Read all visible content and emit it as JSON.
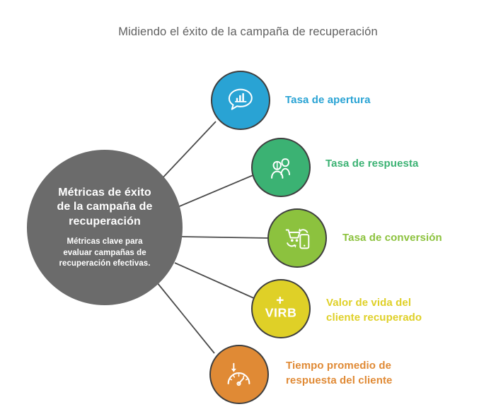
{
  "page": {
    "title": "Midiendo el éxito de la campaña de recuperación",
    "background_color": "#ffffff",
    "title_color": "#606060",
    "connector_color": "#4a4a4a"
  },
  "hub": {
    "title": "Métricas de éxito de la campaña de recuperación",
    "title_lines": [
      "Métricas de éxito",
      "de la campaña de",
      "recuperación"
    ],
    "subtitle": "Métricas clave para evaluar campañas de recuperación efectivas.",
    "subtitle_lines": [
      "Métricas clave para",
      "evaluar campañas de",
      "recuperación efectivas."
    ],
    "color": "#6b6b6b",
    "text_color": "#ffffff"
  },
  "nodes": [
    {
      "id": "tasa-de-apertura",
      "label": "Tasa de apertura",
      "label_lines": [
        "Tasa de apertura"
      ],
      "color": "#29a3d4",
      "icon": "chat-bar-chart-icon"
    },
    {
      "id": "tasa-de-respuesta",
      "label": "Tasa de respuesta",
      "label_lines": [
        "Tasa de respuesta"
      ],
      "color": "#3bb273",
      "icon": "two-people-icon"
    },
    {
      "id": "tasa-de-conversion",
      "label": "Tasa de conversión",
      "label_lines": [
        "Tasa de conversión"
      ],
      "color": "#8cc23e",
      "icon": "cart-mobile-conversion-icon"
    },
    {
      "id": "valor-de-vida-del-cliente-recuperado",
      "label": "Valor de vida del cliente recuperado",
      "label_lines": [
        "Valor de vida del",
        "cliente recuperado"
      ],
      "color": "#dfd027",
      "icon": "virb-wordmark-icon",
      "icon_text": "VIRB"
    },
    {
      "id": "tiempo-promedio-de-respuesta-del-cliente",
      "label": "Tiempo promedio de respuesta del cliente",
      "label_lines": [
        "Tiempo promedio de",
        "respuesta del cliente"
      ],
      "color": "#e08a35",
      "icon": "speedometer-down-arrow-icon"
    }
  ]
}
